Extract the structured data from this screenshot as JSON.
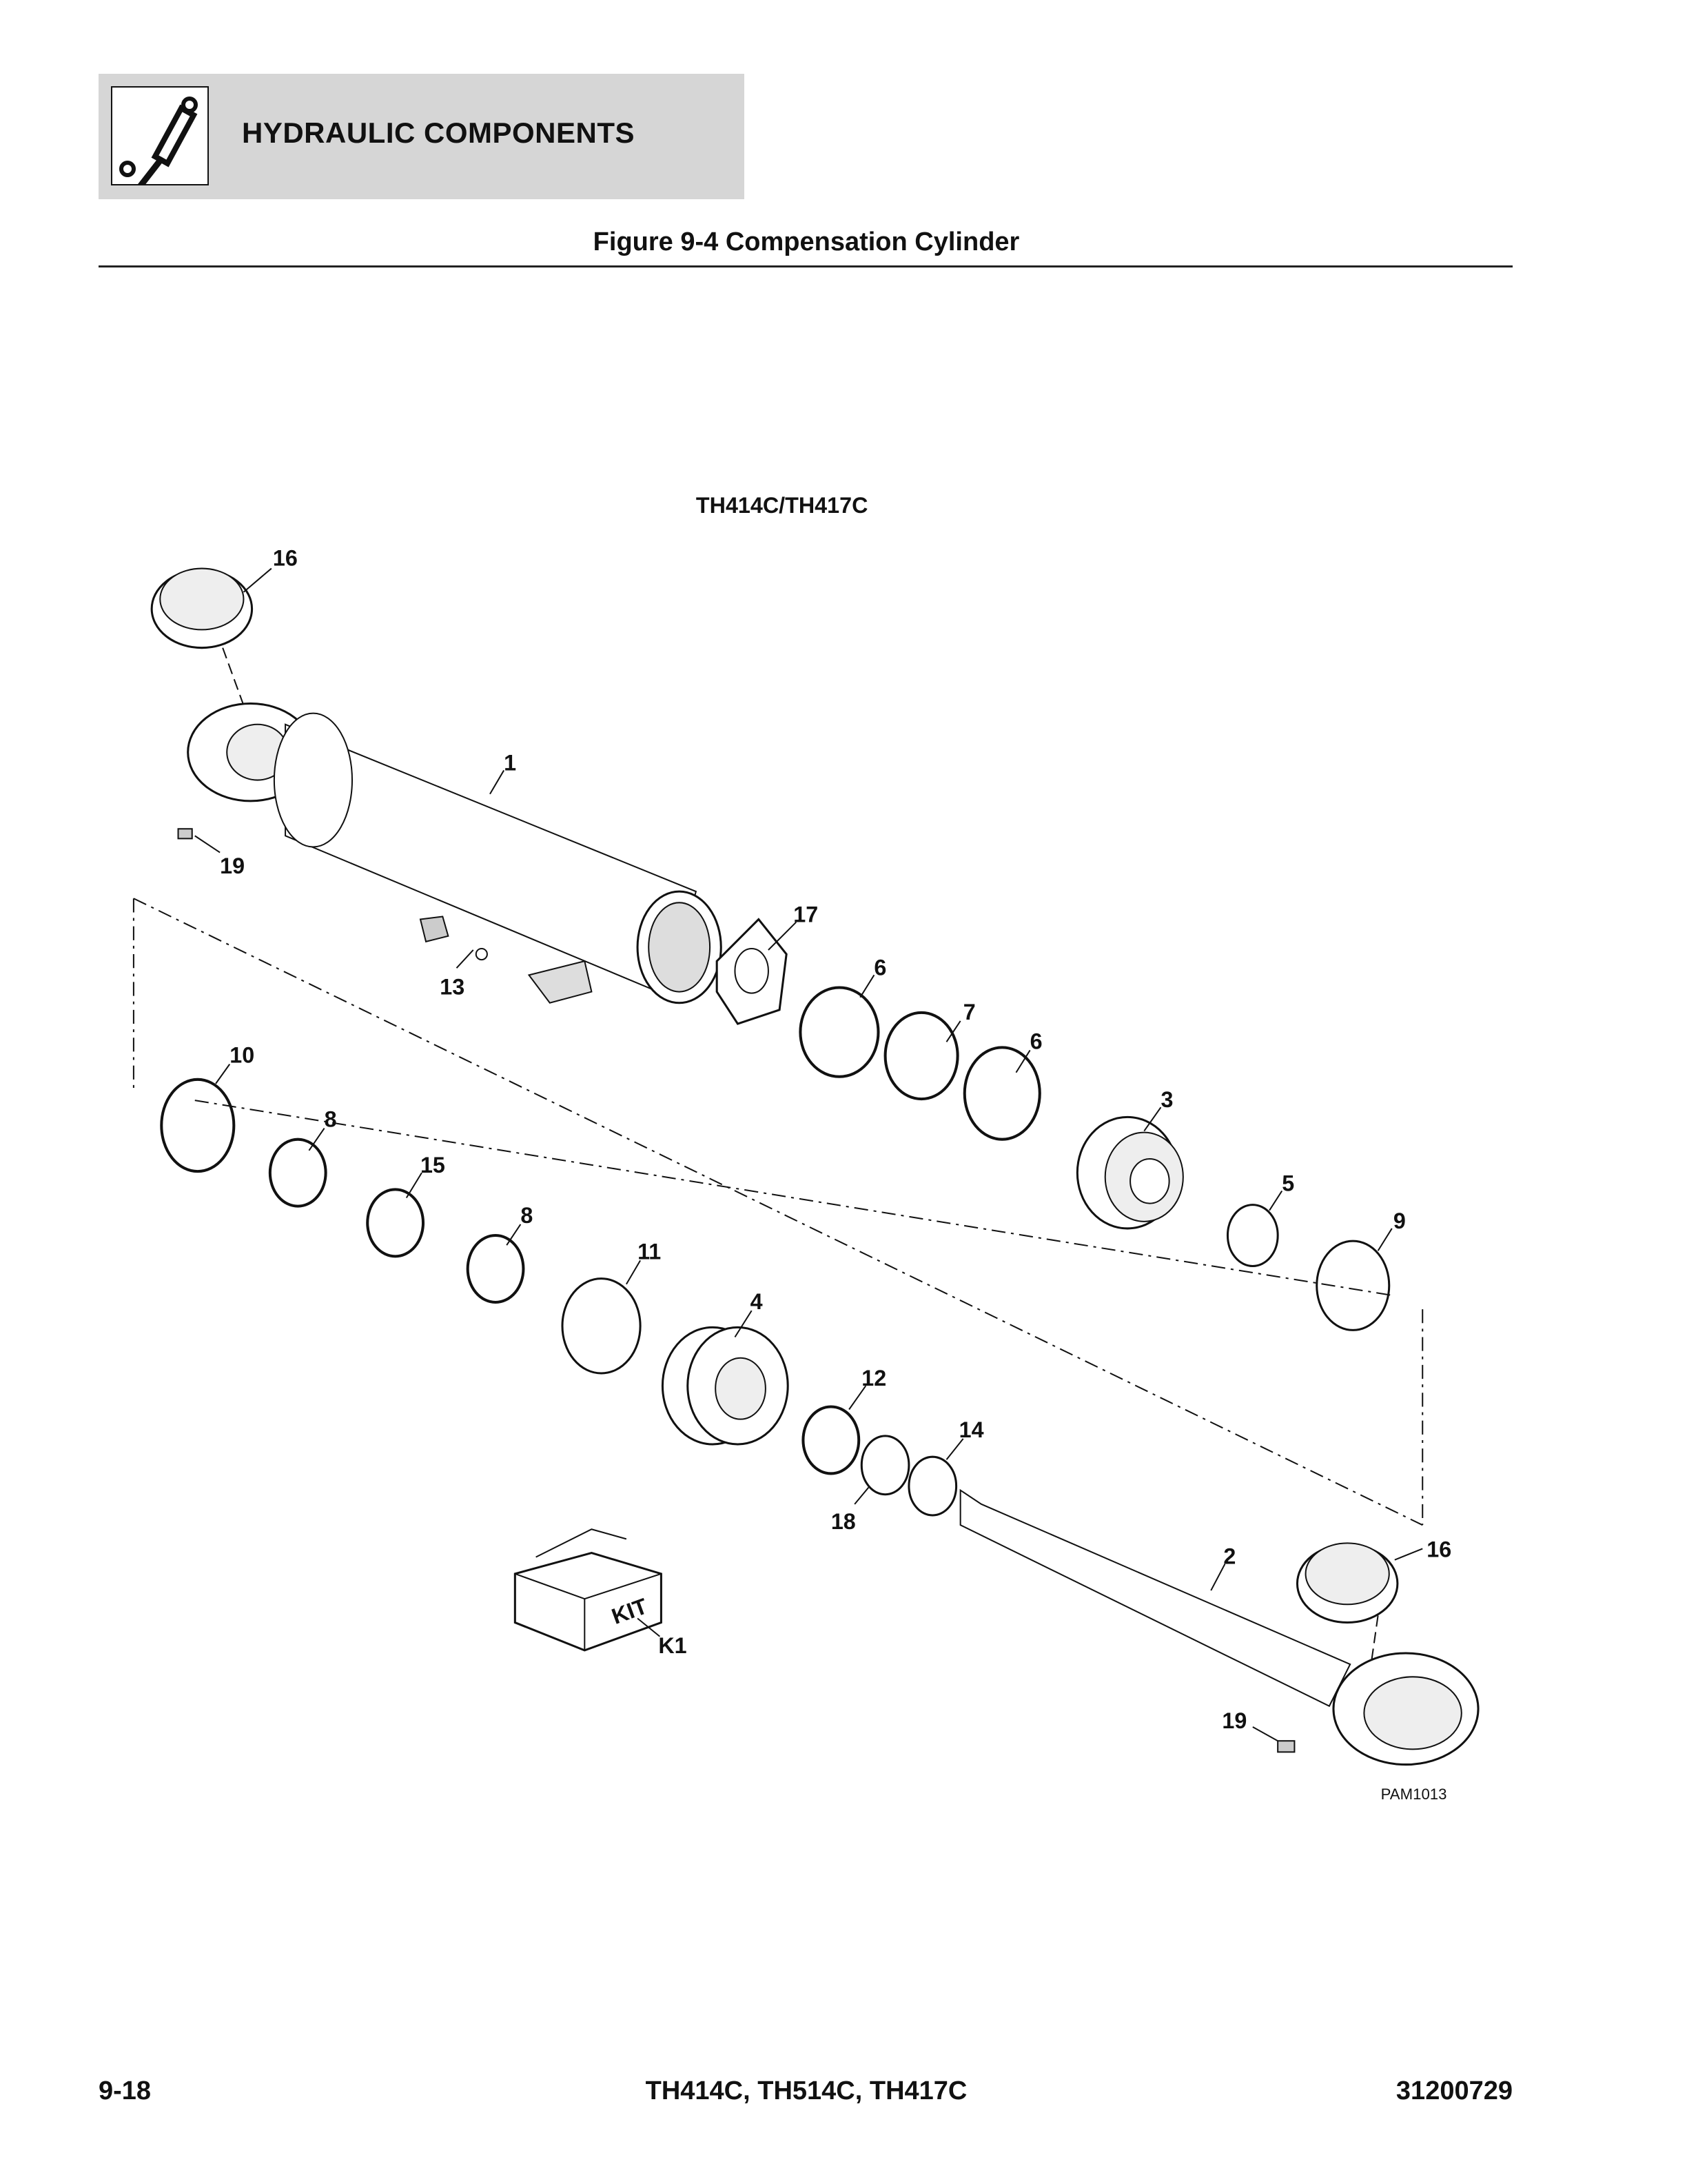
{
  "header": {
    "section_title": "HYDRAULIC COMPONENTS",
    "icon": "hydraulic-cylinder-icon"
  },
  "figure_title": "Figure 9-4 Compensation Cylinder",
  "diagram": {
    "model_title": "TH414C/TH417C",
    "drawing_id": "PAM1013",
    "kit_box_text": "KIT",
    "callouts": [
      "16",
      "1",
      "19",
      "17",
      "6",
      "13",
      "7",
      "6",
      "10",
      "3",
      "8",
      "15",
      "5",
      "8",
      "9",
      "11",
      "4",
      "12",
      "14",
      "18",
      "16",
      "2",
      "K1",
      "19"
    ]
  },
  "footer": {
    "page_number": "9-18",
    "models": "TH414C, TH514C, TH417C",
    "doc_number": "31200729"
  }
}
